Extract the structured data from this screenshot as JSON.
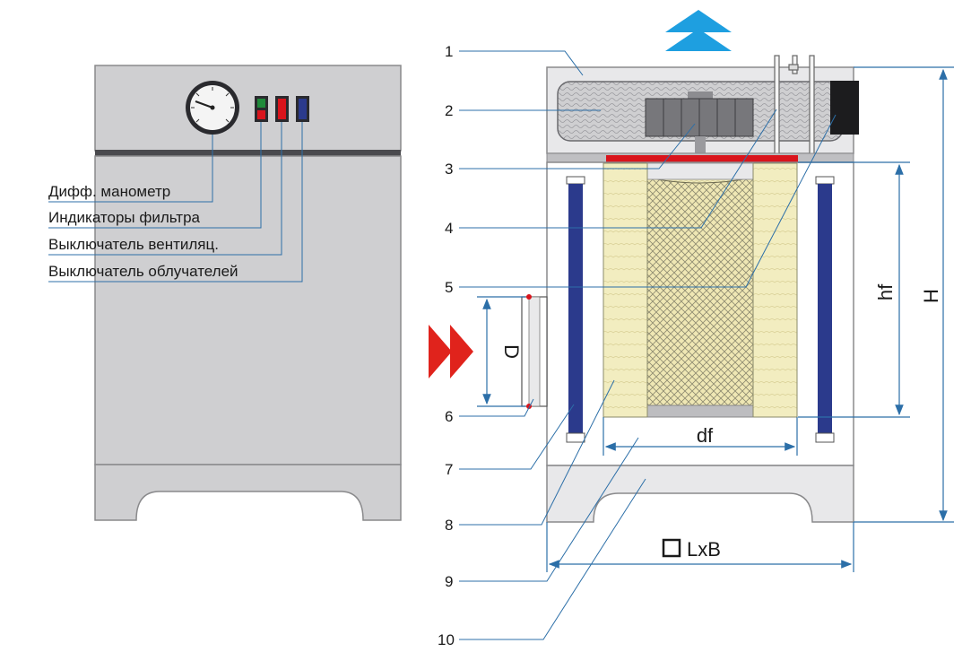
{
  "legend": {
    "manometer": "Дифф. манометр",
    "filter_indicators": "Индикаторы фильтра",
    "fan_switch": "Выключатель вентиляц.",
    "lamps_switch": "Выключатель облучателей"
  },
  "callouts": [
    "1",
    "2",
    "3",
    "4",
    "5",
    "6",
    "7",
    "8",
    "9",
    "10"
  ],
  "dimensions": {
    "inlet_diameter": "D",
    "filter_height": "hf",
    "total_height": "H",
    "filter_diameter": "df",
    "footprint": "LxB"
  },
  "colors": {
    "outline_blue": "#2c6fa8",
    "housing_grey": "#cfcfd1",
    "uv_lamp_blue": "#2b3a8c",
    "inlet_arrow_red": "#e0231c",
    "outlet_arrow_blue": "#1e9fe0",
    "filter_cream": "#f2edc0",
    "seal_red": "#d9141c",
    "indicator_green": "#1f8a3a"
  },
  "icons": [
    "manometer-gauge-icon",
    "inlet-flow-arrow-icon",
    "outlet-flow-arrow-icon",
    "square-symbol-icon"
  ]
}
